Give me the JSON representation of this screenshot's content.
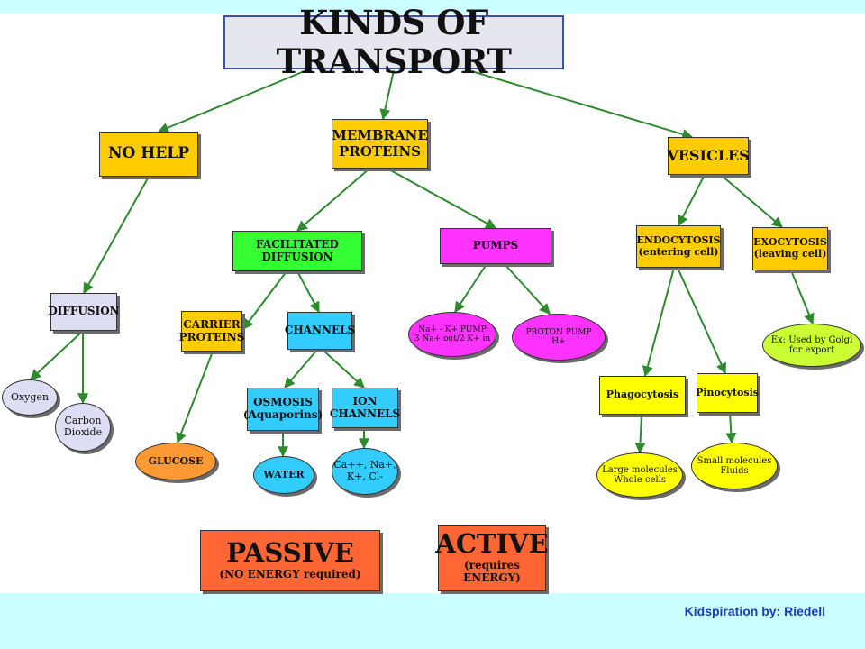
{
  "colors": {
    "title_bg": "#e6e6ee",
    "orange": "#ffcc00",
    "green": "#33ff33",
    "magenta": "#ff33ff",
    "cyan": "#33ccff",
    "lavender": "#ddddf4",
    "red_orange": "#ff6633",
    "yellow": "#ffff00",
    "yellow_green": "#ccff33",
    "connector": "#2d8a2d"
  },
  "nodes": {
    "title": "KINDS OF TRANSPORT",
    "no_help": "NO HELP",
    "membrane_proteins": "MEMBRANE\nPROTEINS",
    "vesicles": "VESICLES",
    "diffusion": "DIFFUSION",
    "oxygen": "Oxygen",
    "carbon_dioxide": "Carbon\nDioxide",
    "facilitated_diffusion": "FACILITATED\nDIFFUSION",
    "carrier_proteins": "CARRIER\nPROTEINS",
    "glucose": "GLUCOSE",
    "channels": "CHANNELS",
    "osmosis": "OSMOSIS\n(Aquaporins)",
    "water": "WATER",
    "ion_channels": "ION\nCHANNELS",
    "ions": "Ca++, Na+,\nK+, Cl-",
    "pumps": "PUMPS",
    "na_k_pump": "Na+ - K+ PUMP\n3 Na+ out/2 K+ in",
    "proton_pump": "PROTON PUMP\nH+",
    "endocytosis": "ENDOCYTOSIS\n(entering cell)",
    "exocytosis": "EXOCYTOSIS\n(leaving cell)",
    "golgi_example": "Ex: Used by Golgi\nfor export",
    "phagocytosis": "Phagocytosis",
    "pinocytosis": "Pinocytosis",
    "large_molecules": "Large molecules\nWhole cells",
    "small_molecules": "Small molecules\nFluids"
  },
  "legend": {
    "passive_title": "PASSIVE",
    "passive_sub": "(NO ENERGY required)",
    "active_title": "ACTIVE",
    "active_sub": "(requires ENERGY)"
  },
  "footer": "Kidspiration by: Riedell"
}
